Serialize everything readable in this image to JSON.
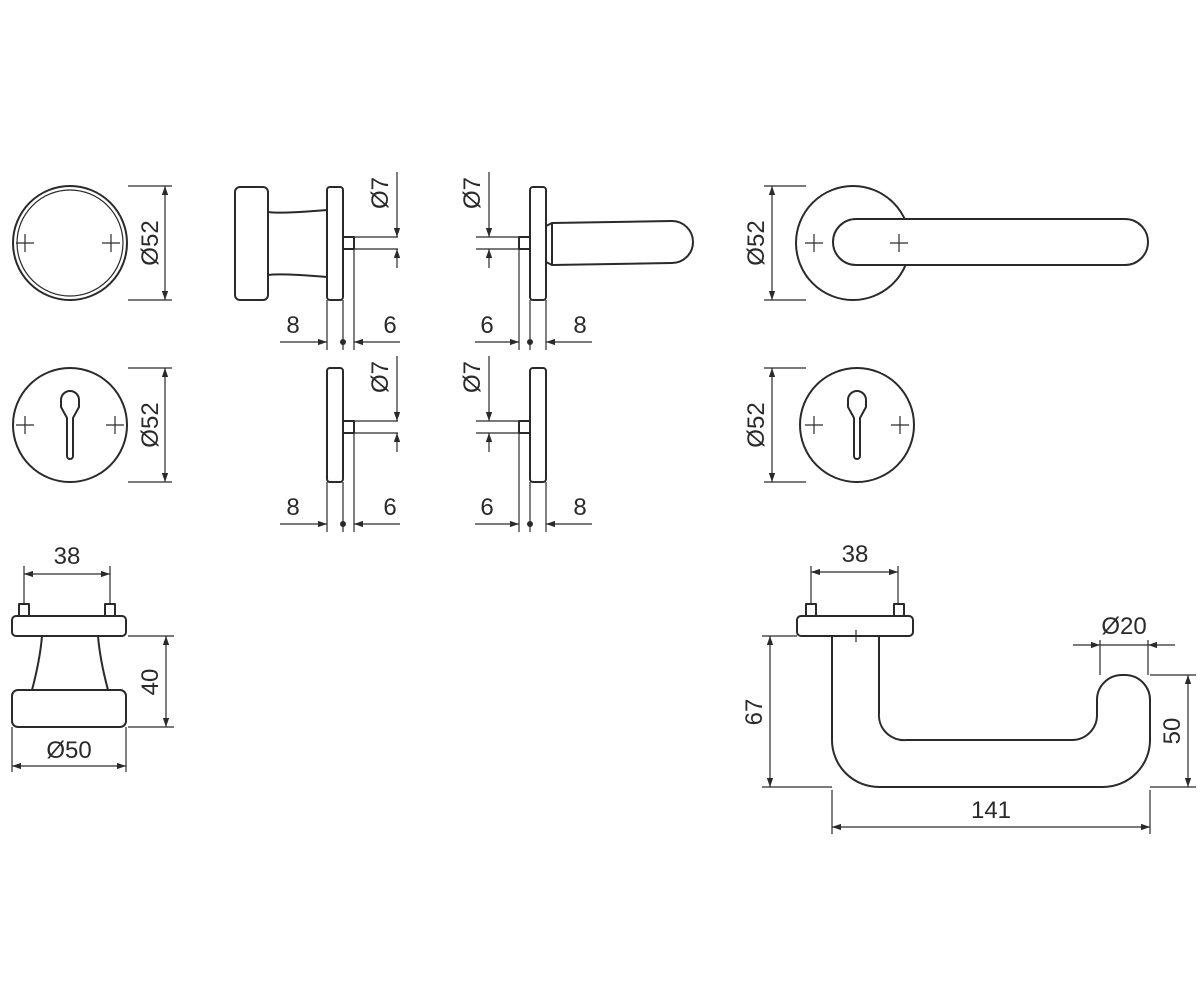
{
  "dimensions": {
    "rose_knob_dia": "Ø52",
    "rose_lever_dia": "Ø52",
    "escutcheon_left_dia": "Ø52",
    "escutcheon_right_dia": "Ø52",
    "knob_side_left": "8",
    "knob_side_right": "6",
    "knob_side_pin": "Ø7",
    "lever_side_left": "6",
    "lever_side_right": "8",
    "lever_side_pin": "Ø7",
    "esc_side1_left": "8",
    "esc_side1_right": "6",
    "esc_side1_pin": "Ø7",
    "esc_side2_left": "6",
    "esc_side2_right": "8",
    "esc_side2_pin": "Ø7",
    "knob_fix_spacing": "38",
    "knob_projection": "40",
    "knob_dia": "Ø50",
    "lever_fix_spacing": "38",
    "lever_grip_dia": "Ø20",
    "lever_projection": "67",
    "lever_return": "50",
    "lever_length": "141"
  }
}
